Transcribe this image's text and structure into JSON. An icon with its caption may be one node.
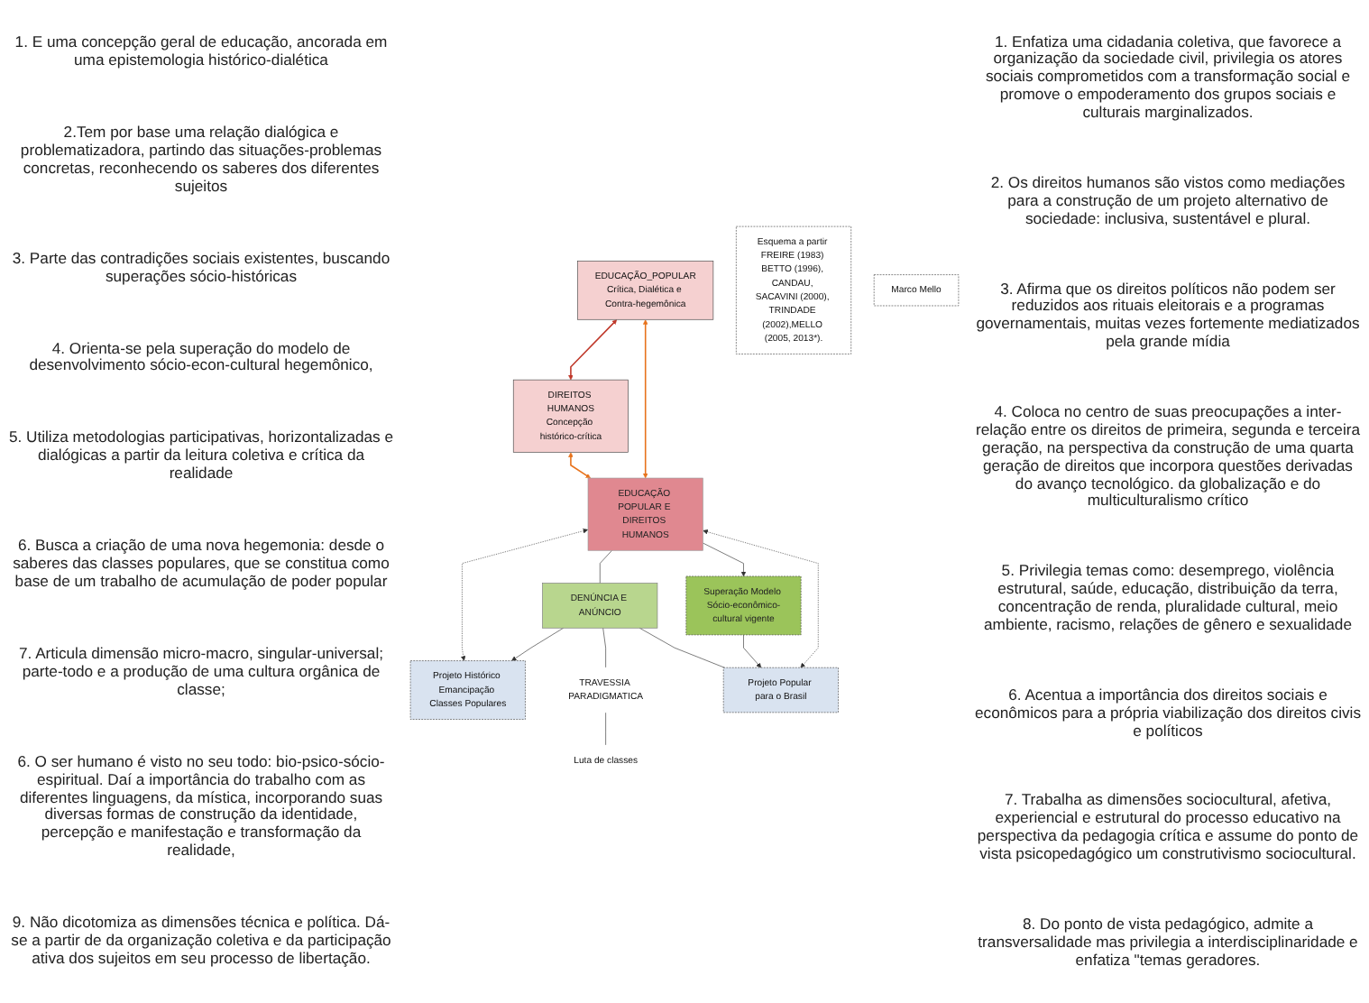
{
  "diagram": {
    "nodes": [
      {
        "text": [
          "EDUCAÇÃO_POPULAR",
          "Crítica, Dialética e Contra-hegemônica"
        ]
      },
      {
        "text": [
          "DIREITOS HUMANOS",
          "Concepção histórico-crítica"
        ]
      },
      {
        "text": [
          "EDUCAÇÃO POPULAR E DIREITOS HUMANOS"
        ]
      },
      {
        "text": [
          "DENÚNCIA E ANÚNCIO"
        ]
      },
      {
        "text": [
          "Superação Modelo Sócio-econômico-cultural vigente"
        ]
      },
      {
        "text": [
          "Projeto Popular para o Brasil"
        ]
      },
      {
        "text": [
          "Projeto Histórico Emancipação Classes Populares"
        ]
      },
      {
        "text": [
          "TRAVESSIA PARADIGMATICA"
        ]
      },
      {
        "text": [
          "Luta de classes"
        ]
      },
      {
        "text": [
          "Esquema a partir FREIRE (1983) BETTO (1996), CANDAU, SACAVINI (2000), TRINDADE (2002),MELLO (2005, 2013*)."
        ]
      },
      {
        "text": [
          "Marco Mello"
        ]
      }
    ],
    "edges": [
      {
        "from": 0,
        "to": 1,
        "arrow": "both",
        "color": "#c0392b"
      },
      {
        "from": 0,
        "to": 2,
        "arrow": "both",
        "color": "#e8731c"
      },
      {
        "from": 1,
        "to": 2,
        "arrow": "both",
        "color": "#e8731c"
      },
      {
        "from": 2,
        "to": 6,
        "arrow": "both",
        "style": "dashed"
      },
      {
        "from": 2,
        "to": 3,
        "arrow": "none"
      },
      {
        "from": 2,
        "to": 4,
        "arrow": "to"
      },
      {
        "from": 2,
        "to": 5,
        "arrow": "both",
        "style": "dashed"
      },
      {
        "from": 3,
        "to": 6,
        "arrow": "to"
      },
      {
        "from": 3,
        "to": 7,
        "arrow": "none"
      },
      {
        "from": 3,
        "to": 5,
        "arrow": "none"
      },
      {
        "from": 7,
        "to": 8,
        "arrow": "none"
      },
      {
        "from": 4,
        "to": 5,
        "arrow": "to"
      }
    ],
    "labels": [
      "1. E uma concepção geral de educação, ancorada em uma epistemologia histórico-dialética",
      "2.Tem por base uma relação dialógica e problematizadora, partindo das situações-problemas concretas, reconhecendo os saberes dos diferentes sujeitos",
      "3. Parte das contradições sociais existentes, buscando superações sócio-históricas",
      "4. Orienta-se pela superação do modelo de desenvolvimento sócio-econ-cultural hegemônico,",
      "5. Utiliza metodologias participativas, horizontalizadas e dialógicas a partir da leitura coletiva e crítica da realidade",
      "6. Busca a criação de uma nova hegemonia: desde o saberes das classes populares, que se constitua como base de um trabalho de acumulação de poder popular",
      "7. Articula dimensão micro-macro, singular-universal; parte-todo e a produção de uma cultura orgânica de classe;",
      "6. O ser humano é visto no seu todo: bio-psico-sócio-espiritual. Daí a importância do trabalho com as diferentes linguagens, da mística, incorporando suas diversas formas de construção da identidade, percepção e manifestação e transformação da realidade,",
      "9. Não dicotomiza as dimensões técnica e política. Dá-se a partir de da organização coletiva e da participação ativa dos sujeitos em seu processo de libertação.",
      "1. Enfatiza uma cidadania coletiva, que favorece a organização da sociedade civil, privilegia os atores sociais comprometidos com a transformação social e promove o empoderamento dos grupos sociais e culturais marginalizados.",
      "2. Os direitos humanos são vistos como mediações para a construção de um projeto alternativo de sociedade: inclusiva, sustentável e plural.",
      "3. Afirma que os direitos políticos não podem ser reduzidos aos rituais eleitorais e a programas governamentais, muitas vezes fortemente mediatizados pela grande mídia",
      "4. Coloca no centro de suas preocupações a inter-relação entre os direitos de primeira, segunda e terceira geração, na perspectiva da construção de uma quarta geração de direitos que incorpora questões derivadas do avanço tecnológico. da globalização e do multiculturalismo crítico",
      "5. Privilegia temas como: desemprego, violência estrutural, saúde, educação, distribuição da terra, concentração de renda, pluralidade cultural, meio ambiente, racismo, relações de gênero e sexualidade",
      "6. Acentua a importância dos direitos sociais e econômicos para a própria viabilização dos direitos civis e políticos",
      "7. Trabalha as dimensões sociocultural, afetiva, experiencial e estrutural do processo educativo na perspectiva da pedagogia crítica e assume do ponto de vista psicopedagógico um construtivismo sociocultural.",
      "8. Do ponto de vista pedagógico, admite a transversalidade mas privilegia a interdisciplinaridade e enfatiza \"temas geradores."
    ]
  }
}
